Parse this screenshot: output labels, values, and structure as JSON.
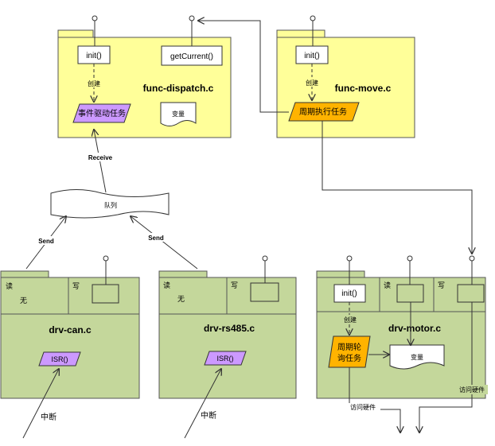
{
  "colors": {
    "package_yellow": "#ffff99",
    "module_green": "#c4d79b",
    "purple_task": "#cc99ff",
    "orange_task": "#ffb300",
    "line": "#333333"
  },
  "dispatch": {
    "init": "init()",
    "get_current": "getCurrent()",
    "create": "创建",
    "title": "func-dispatch.c",
    "task": "事件驱动任务",
    "variable": "变量"
  },
  "move": {
    "init": "init()",
    "create": "创建",
    "title": "func-move.c",
    "task": "周期执行任务"
  },
  "connectors": {
    "receive": "Receive",
    "queue": "队列",
    "send_left": "Send",
    "send_right": "Send",
    "interrupt_left": "中断",
    "interrupt_right": "中断",
    "hw_access_right": "访问硬件",
    "hw_access_bottom": "访问硬件"
  },
  "can": {
    "read": "读",
    "none": "无",
    "write": "写",
    "title": "drv-can.c",
    "isr": "ISR()"
  },
  "rs485": {
    "read": "读",
    "none": "无",
    "write": "写",
    "title": "drv-rs485.c",
    "isr": "ISR()"
  },
  "motor": {
    "init": "init()",
    "read": "读",
    "write": "写",
    "create": "创建",
    "title": "drv-motor.c",
    "task_line1": "周期轮",
    "task_line2": "询任务",
    "variable": "变量"
  }
}
